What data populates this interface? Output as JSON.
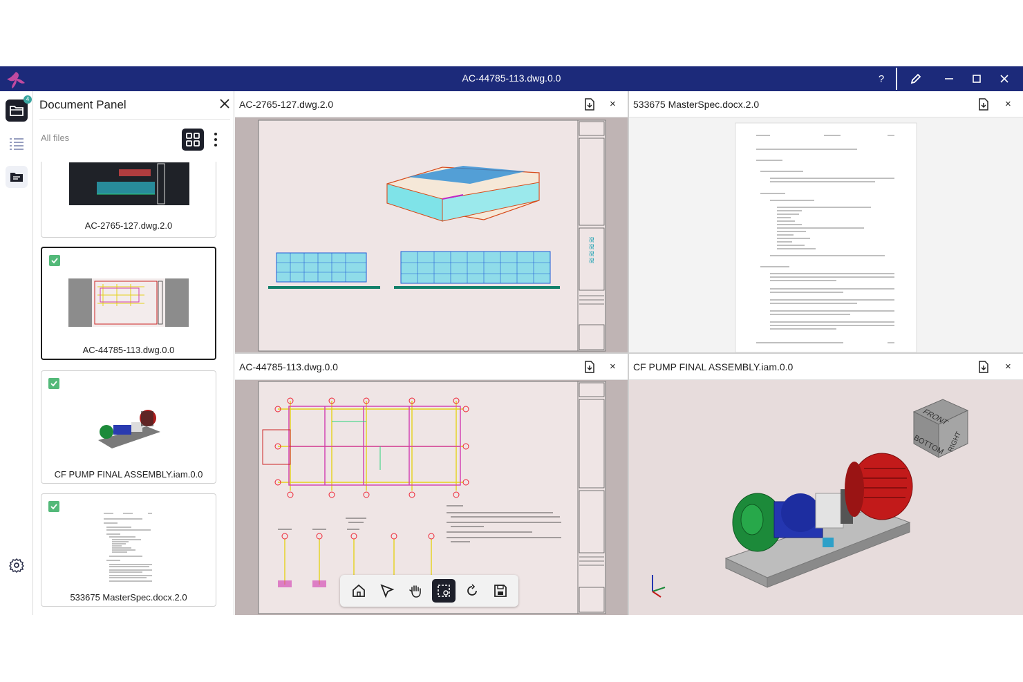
{
  "window": {
    "title": "AC-44785-113.dwg.0.0",
    "help_label": "?"
  },
  "rail": {
    "badge_count": "4"
  },
  "panel": {
    "title": "Document Panel",
    "filter_label": "All files",
    "cards": [
      {
        "label": "AC-2765-127.dwg.2.0",
        "checked": false,
        "selected": false
      },
      {
        "label": "AC-44785-113.dwg.0.0",
        "checked": true,
        "selected": true
      },
      {
        "label": "CF PUMP FINAL ASSEMBLY.iam.0.0",
        "checked": true,
        "selected": false
      },
      {
        "label": "533675 MasterSpec.docx.2.0",
        "checked": true,
        "selected": false
      }
    ]
  },
  "viewers": [
    {
      "title": "AC-2765-127.dwg.2.0"
    },
    {
      "title": "533675 MasterSpec.docx.2.0"
    },
    {
      "title": "AC-44785-113.dwg.0.0"
    },
    {
      "title": "CF PUMP FINAL ASSEMBLY.iam.0.0"
    }
  ],
  "viewcube": {
    "top": "FRONT",
    "front": "BOTTOM",
    "right": "RIGHT"
  },
  "colors": {
    "titlebar": "#1c2a7a",
    "accent_check": "#53b979",
    "badge": "#39a5a0",
    "viewer_bg": "#e7dcdc"
  },
  "icons": [
    "logo-icon",
    "help-icon",
    "pencil-icon",
    "minimize-icon",
    "maximize-icon",
    "close-icon",
    "folder-icon",
    "list-icon",
    "document-icon",
    "settings-icon",
    "grid-view-icon",
    "more-icon",
    "save-file-icon",
    "home-icon",
    "select-icon",
    "pan-icon",
    "zoom-window-icon",
    "rotate-icon",
    "save-icon"
  ]
}
